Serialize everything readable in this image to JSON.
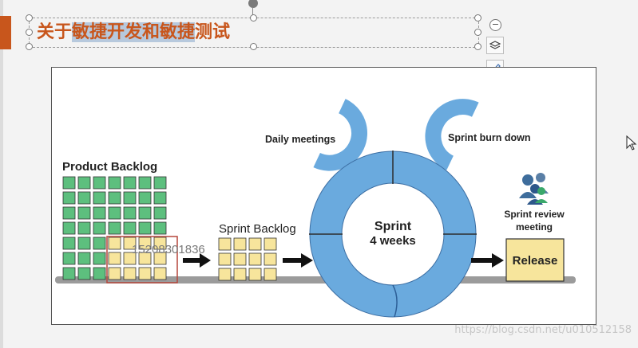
{
  "slide": {
    "title_part1": "关于",
    "title_part2": "敏捷开发和敏捷",
    "title_part3": "测试"
  },
  "toolbar": {
    "collapse": "−",
    "icons": [
      "layers-icon",
      "pen-icon",
      "fill-icon",
      "crop-icon"
    ]
  },
  "diagram": {
    "product_backlog": "Product Backlog",
    "sprint_backlog": "Sprint Backlog",
    "daily_meetings": "Daily meetings",
    "sprint_burn_down": "Sprint burn down",
    "sprint_line1": "Sprint",
    "sprint_line2": "4 weeks",
    "review_line1": "Sprint review",
    "review_line2": "meeting",
    "release": "Release",
    "overlay_number": "15208301836"
  },
  "colors": {
    "accent": "#c8561c",
    "green": "#5dbf7e",
    "yellow": "#f7e59c",
    "blue": "#6aaade",
    "gray": "#9b9b9b"
  },
  "watermark": "https://blog.csdn.net/u010512158"
}
